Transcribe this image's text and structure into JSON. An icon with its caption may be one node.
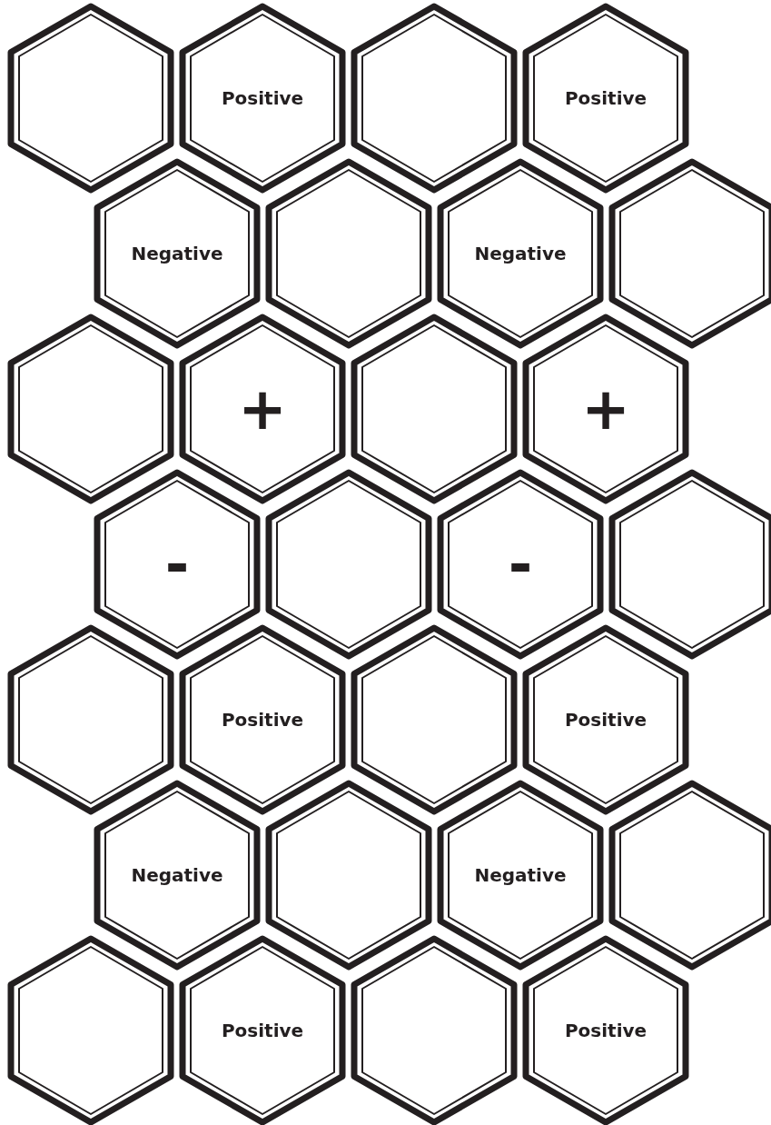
{
  "diagram": {
    "nodes": [
      {
        "text": [],
        "shape": "hexagon"
      },
      {
        "text": [
          "Positive"
        ]
      },
      {
        "text": [],
        "shape": "hexagon"
      },
      {
        "text": [
          "Positive"
        ]
      },
      {
        "text": [
          "Negative"
        ]
      },
      {
        "text": [],
        "shape": "hexagon"
      },
      {
        "text": [
          "Negative"
        ]
      },
      {
        "text": [],
        "shape": "hexagon"
      },
      {
        "text": [],
        "shape": "hexagon"
      },
      {
        "text": [
          "+"
        ]
      },
      {
        "text": [],
        "shape": "hexagon"
      },
      {
        "text": [
          "+"
        ]
      },
      {
        "text": [
          "-"
        ]
      },
      {
        "text": [],
        "shape": "hexagon"
      },
      {
        "text": [
          "-"
        ]
      },
      {
        "text": [],
        "shape": "hexagon"
      },
      {
        "text": [],
        "shape": "hexagon"
      },
      {
        "text": [
          "Positive"
        ]
      },
      {
        "text": [],
        "shape": "hexagon"
      },
      {
        "text": [
          "Positive"
        ]
      },
      {
        "text": [
          "Negative"
        ]
      },
      {
        "text": [],
        "shape": "hexagon"
      },
      {
        "text": [
          "Negative"
        ]
      },
      {
        "text": [],
        "shape": "hexagon"
      },
      {
        "text": [],
        "shape": "hexagon"
      },
      {
        "text": [
          "Positive"
        ]
      },
      {
        "text": [],
        "shape": "hexagon"
      },
      {
        "text": [
          "Positive"
        ]
      }
    ]
  }
}
